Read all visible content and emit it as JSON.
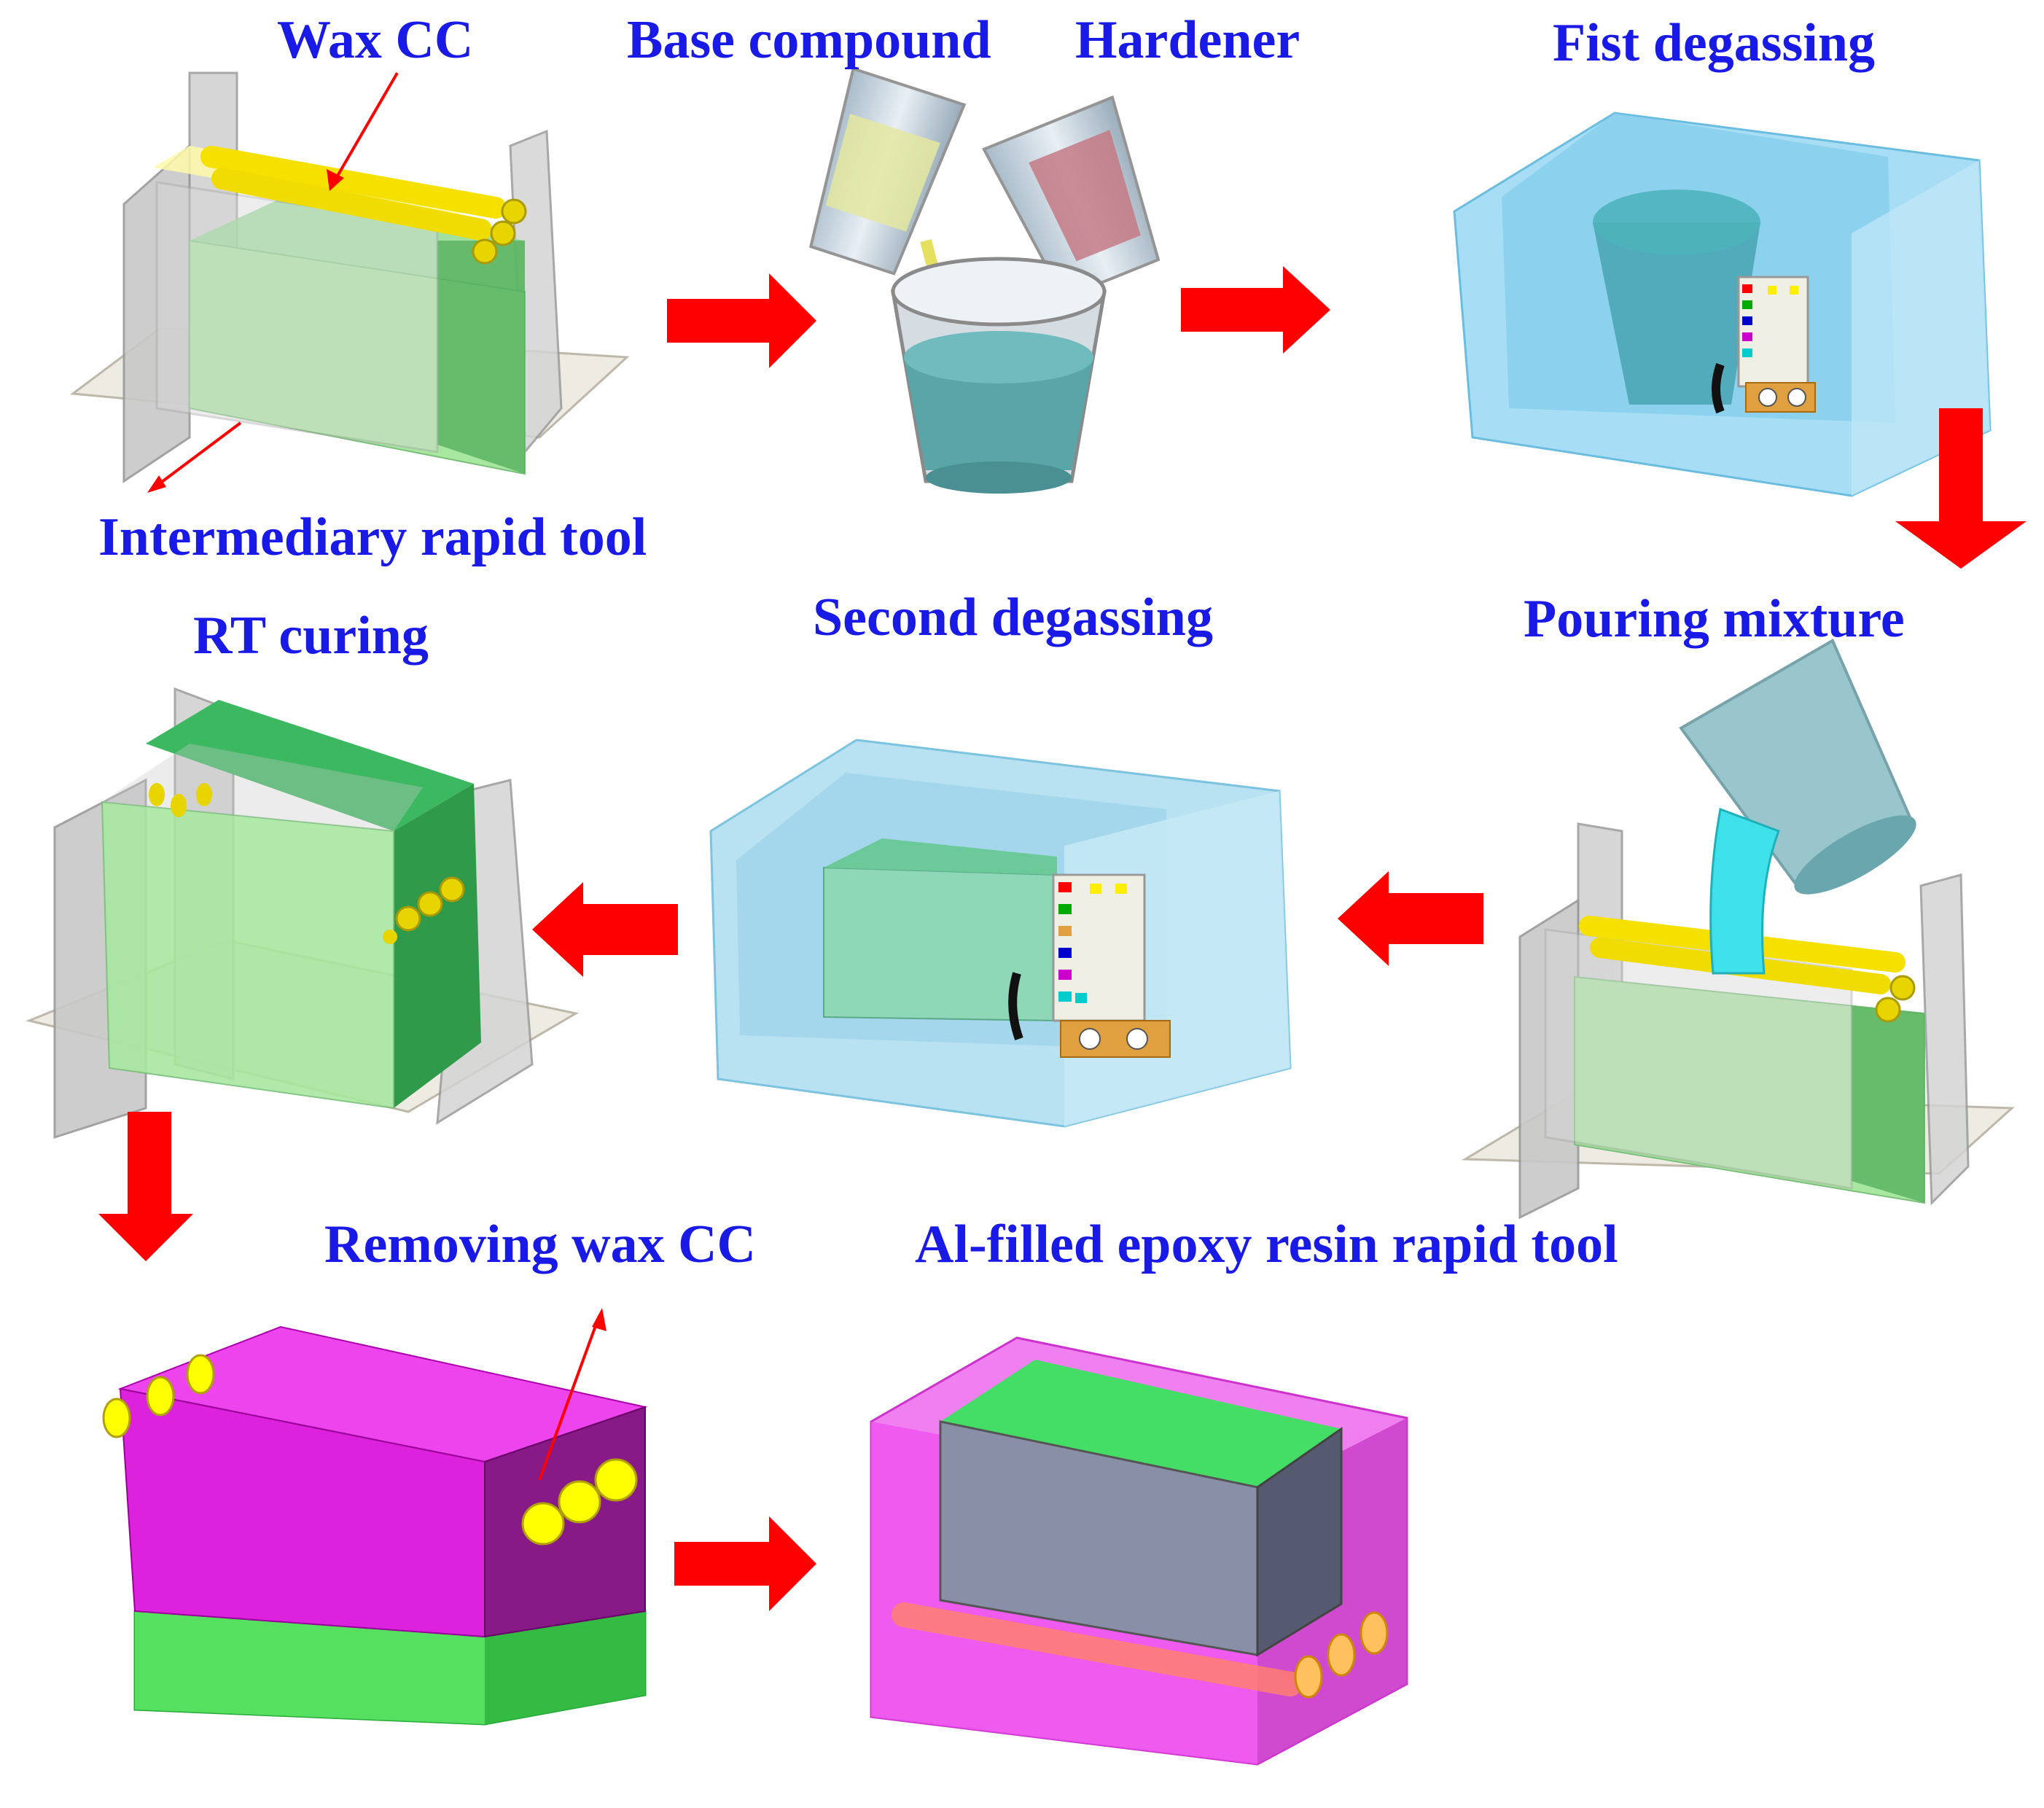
{
  "labels": {
    "wax_cc": "Wax CC",
    "base_compound": "Base compound",
    "hardener": "Hardener",
    "first_degassing": "Fist degassing",
    "intermediary_rapid_tool": "Intermediary rapid tool",
    "rt_curing": "RT curing",
    "second_degassing": "Second degassing",
    "pouring_mixture": "Pouring mixture",
    "removing_wax_cc": "Removing wax CC",
    "final_tool": "Al-filled epoxy resin rapid tool"
  },
  "colors": {
    "label_text": "#1a1ae6",
    "flow_arrow": "#ff0000",
    "wax_channels": "#ffff00",
    "epoxy_tool": "#e020e0",
    "mold_green": "#44dd55",
    "degassing_chamber": "#7fd0f0"
  }
}
